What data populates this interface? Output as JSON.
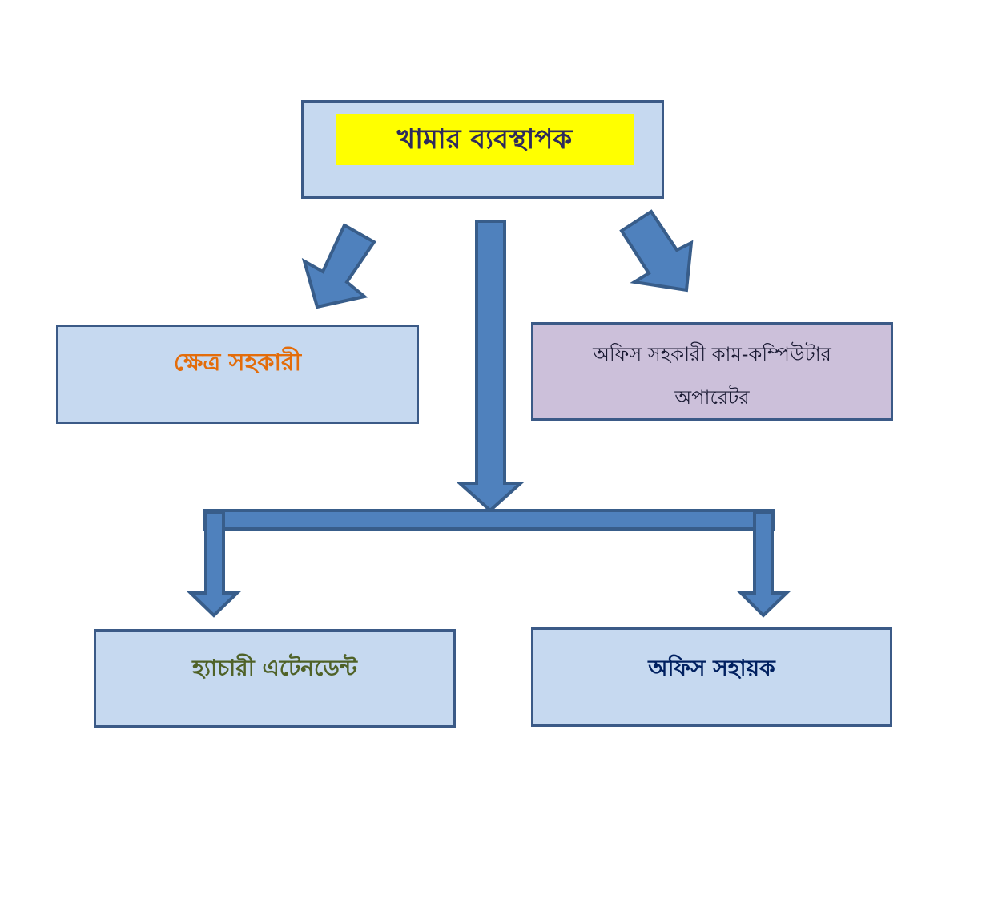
{
  "colors": {
    "arrow_fill": "#4F81BD",
    "arrow_stroke": "#385D8A",
    "box_fill": "#C6D9F0",
    "highlight": "#FFFF00"
  },
  "nodes": {
    "farm_manager": "খামার ব্যবস্থাপক",
    "field_assistant": "ক্ষেত্র সহকারী",
    "office_assistant_line1": "অফিস সহকারী কাম-কম্পিউটার",
    "office_assistant_line2": "অপারেটর",
    "hatchery_attendant": "হ্যাচারী এটেনডেন্ট",
    "office_helper": "অফিস সহায়ক"
  }
}
